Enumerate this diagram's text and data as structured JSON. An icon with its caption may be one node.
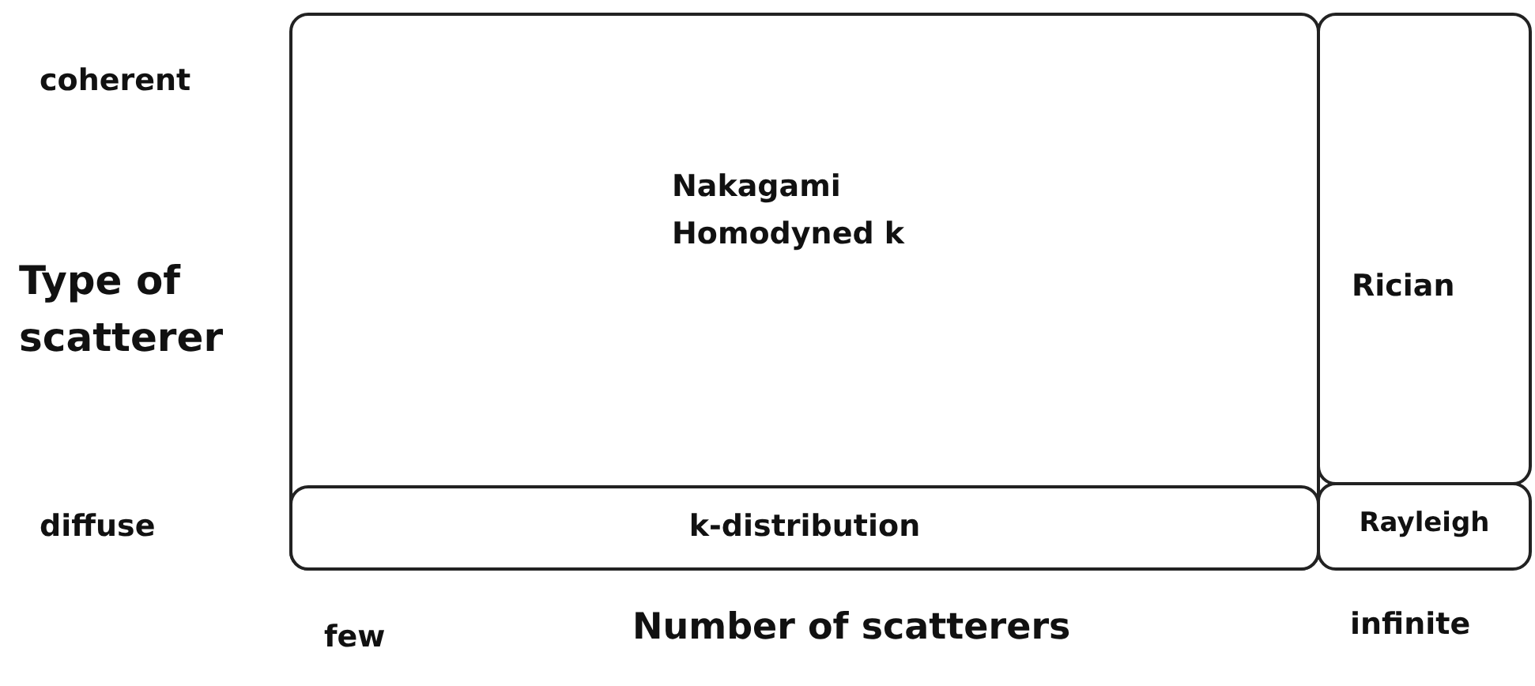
{
  "diagram": {
    "nodes": [
      {
        "text": [
          "Nakagami",
          "Homodyned k"
        ]
      },
      {
        "text": [
          "Rician"
        ]
      },
      {
        "text": [
          "k-distribution"
        ],
        "in": 0
      },
      {
        "text": [
          "Rayleigh"
        ]
      }
    ],
    "edges": [],
    "labels": [
      "coherent",
      "Type of scatterer",
      "diffuse",
      "few",
      "Number of scatterers",
      "infinite"
    ]
  }
}
